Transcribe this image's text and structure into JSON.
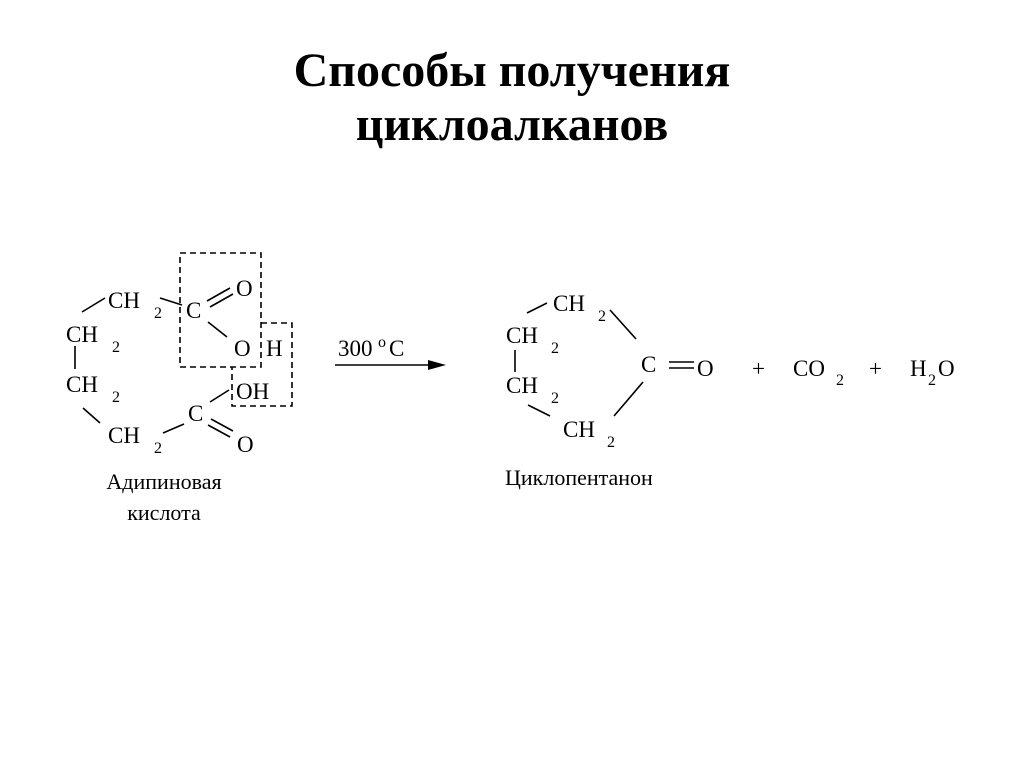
{
  "slide": {
    "title_line1": "Способы получения",
    "title_line2": "циклоалканов"
  },
  "reactant": {
    "name_line1": "Адипиновая",
    "name_line2": "кислота",
    "ch": "CH",
    "sub2": "2",
    "c": "C",
    "o": "O",
    "h": "H",
    "oh": "OH"
  },
  "conditions": {
    "temp": "300",
    "degree": "o",
    "unit": "C"
  },
  "product": {
    "name": "Циклопентанон",
    "ch": "CH",
    "sub2": "2",
    "c": "C",
    "o": "O"
  },
  "byproducts": {
    "plus": "+",
    "co": "CO",
    "co_sub": "2",
    "h": "H",
    "h_sub": "2",
    "o": "O"
  }
}
